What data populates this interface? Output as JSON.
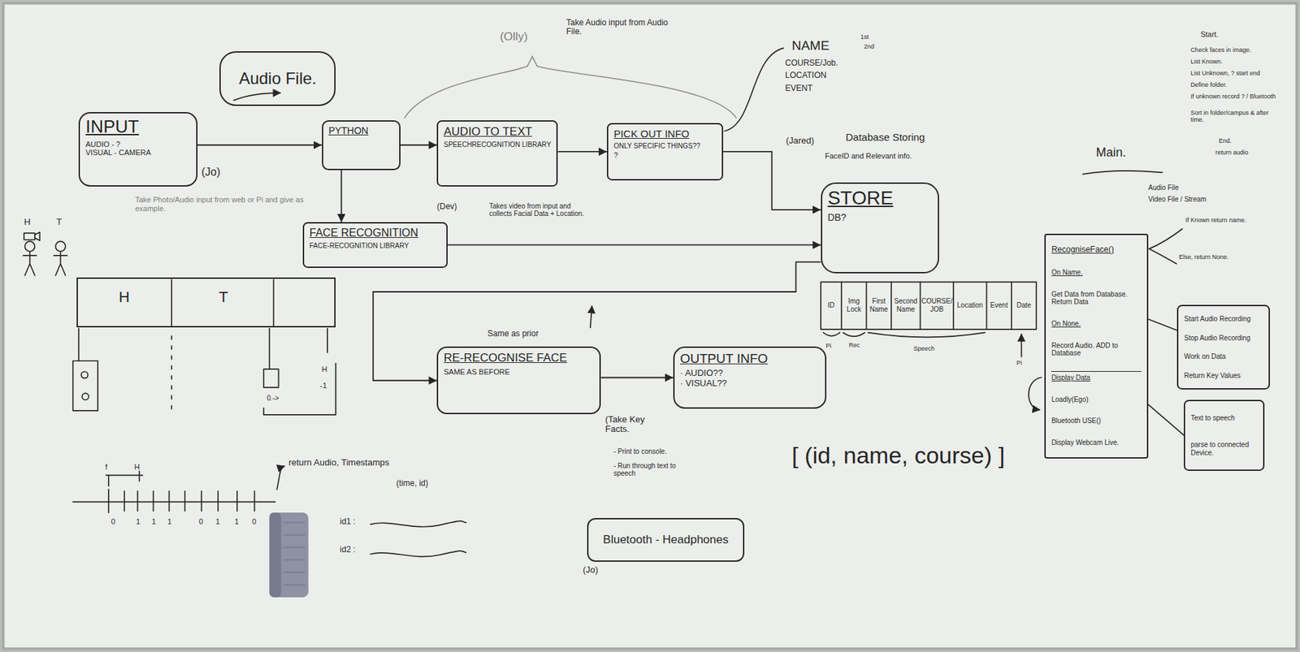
{
  "diagram": {
    "nodes": [
      {
        "text": [
          "Audio File."
        ]
      },
      {
        "text": [
          "INPUT",
          "AUDIO - ?",
          "VISUAL - CAMERA"
        ]
      },
      {
        "text": [
          "PYTHON"
        ]
      },
      {
        "text": [
          "AUDIO TO TEXT",
          "SPEECHRECOGNITION LIBRARY"
        ]
      },
      {
        "text": [
          "PICK OUT INFO",
          "ONLY SPECIFIC THINGS??",
          "?"
        ]
      },
      {
        "text": [
          "FACE RECOGNITION",
          "FACE-RECOGNITION LIBRARY"
        ]
      },
      {
        "text": [
          "STORE",
          "DB?"
        ]
      },
      {
        "text": [
          "RE-RECOGNISE FACE",
          "SAME AS BEFORE"
        ]
      },
      {
        "text": [
          "OUTPUT INFO",
          "· AUDIO??",
          "· VISUAL??"
        ]
      },
      {
        "text": [
          "Bluetooth - Headphones"
        ]
      },
      {
        "text": [
          "H",
          "T"
        ]
      },
      {
        "text": [
          "RecogniseFace()",
          "On Name.",
          "Get Data from Database. Return Data",
          "On None.",
          "Record Audio. ADD to Database",
          "Display Data",
          "Loadly(Ego)",
          "Bluetooth USE()",
          "Display Webcam Live."
        ]
      },
      {
        "text": [
          "Start Audio Recording",
          "Stop Audio Recording",
          "Work on Data",
          "Return Key Values"
        ]
      },
      {
        "text": [
          "Text to speech",
          "parse to connected Device."
        ]
      }
    ],
    "edges": [
      {
        "from": 1,
        "to": 2,
        "arrow": "to"
      },
      {
        "from": 2,
        "to": 3,
        "arrow": "to"
      },
      {
        "from": 3,
        "to": 4,
        "arrow": "to"
      },
      {
        "from": 4,
        "to": 6,
        "arrow": "to"
      },
      {
        "from": 2,
        "to": 5,
        "arrow": "to"
      },
      {
        "from": 5,
        "to": 6,
        "arrow": "to"
      },
      {
        "from": 6,
        "to": 7,
        "arrow": "to"
      },
      {
        "from": 7,
        "to": 8,
        "arrow": "to"
      },
      {
        "from": 11,
        "to": 12,
        "arrow": "none"
      },
      {
        "from": 11,
        "to": 13,
        "arrow": "none"
      }
    ],
    "labels": [
      "(Olly)",
      "Take Audio input from Audio File.",
      "NAME",
      "1st",
      "2nd",
      "COURSE/Job.",
      "LOCATION",
      "EVENT",
      "(Jo)",
      "Take Photo/Audio input from web or Pi and give as example.",
      "(Dev)",
      "Takes video from input and collects Facial Data + Location.",
      "(Jared)",
      "Database Storing",
      "FaceID and Relevant info.",
      "ID",
      "Img Lock",
      "First Name",
      "Second Name",
      "COURSE/ JOB",
      "Location",
      "Event",
      "Date",
      "Pi",
      "Rec",
      "Speech",
      "Pi",
      "Same as prior",
      "(Take Key Facts.",
      "- Print to console.",
      "- Run through text to speech",
      "(Jo)",
      "[ (id, name, course) ]",
      "H",
      "T",
      "H",
      "-1",
      "0.->",
      "f",
      "H",
      "0",
      "1",
      "1",
      "1",
      "0",
      "1",
      "1",
      "0",
      "return Audio, Timestamps",
      "(time, id)",
      "id1 :",
      "id2 :",
      "Start.",
      "Check faces in image.",
      "List Known.",
      "List Unknown, ? start end",
      "Define folder.",
      "If unknown record ? / Bluetooth",
      "Sort in folder/campus & after time.",
      "End.",
      "return audio",
      "Main.",
      "Audio File",
      "Video File / Stream",
      "If Known return name.",
      "Else, return None."
    ]
  }
}
